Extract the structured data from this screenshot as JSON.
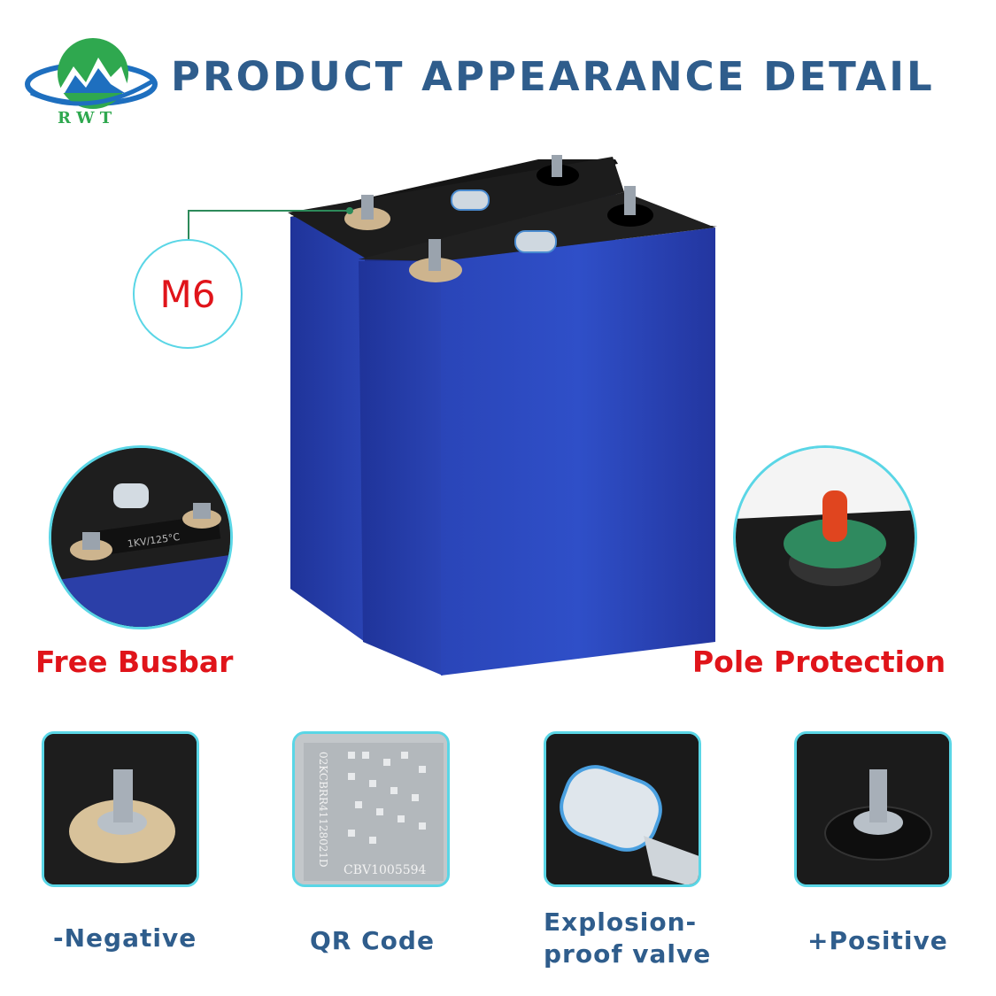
{
  "header": {
    "title": "PRODUCT APPEARANCE DETAIL",
    "logo_text": "RWT"
  },
  "callout": {
    "m6": "M6"
  },
  "features": {
    "left": "Free Busbar",
    "right": "Pole Protection"
  },
  "details": [
    {
      "label": "-Negative"
    },
    {
      "label": "QR Code",
      "qr_text": "CBV1005594",
      "qr_side": "02KCBRR41128021D"
    },
    {
      "label_line1": "Explosion-",
      "label_line2": "proof valve"
    },
    {
      "label": "+Positive"
    }
  ],
  "busbar_print": "1KV/125°C",
  "colors": {
    "title_blue": "#2f5d8c",
    "accent_red": "#e0141a",
    "frame_cyan": "#5ad6e6",
    "cell_blue": "#2a3fa6",
    "cell_top": "#1a1a1a"
  }
}
